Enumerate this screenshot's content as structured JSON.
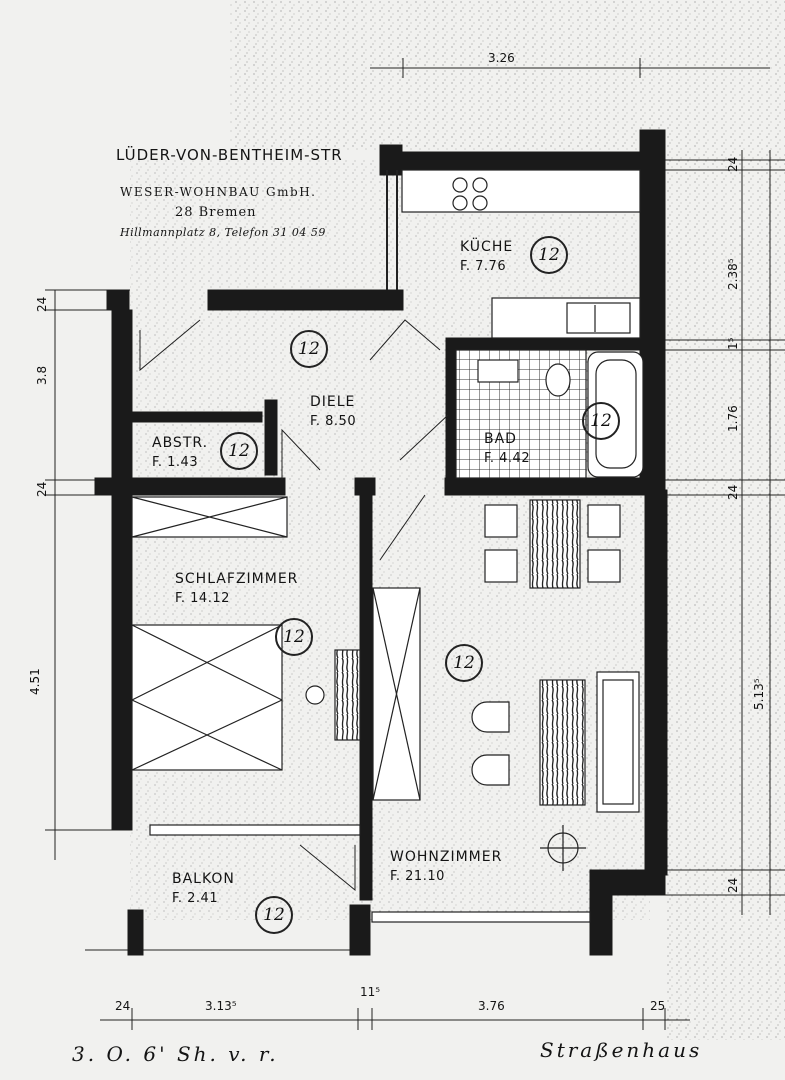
{
  "header": {
    "street": "LÜDER-VON-BENTHEIM-STR",
    "company": "WESER-WOHNBAU GmbH.",
    "city": "28 Bremen",
    "address": "Hillmannplatz 8, Telefon 31 04 59"
  },
  "rooms": [
    {
      "name": "KÜCHE",
      "area": "F. 7.76",
      "mark": "12"
    },
    {
      "name": "DIELE",
      "area": "F. 8.50",
      "mark": "12"
    },
    {
      "name": "BAD",
      "area": "F. 4.42",
      "mark": "12"
    },
    {
      "name": "ABSTR.",
      "area": "F. 1.43",
      "mark": "12"
    },
    {
      "name": "SCHLAFZIMMER",
      "area": "F. 14.12",
      "mark": "12"
    },
    {
      "name": "WOHNZIMMER",
      "area": "F. 21.10",
      "mark": "12"
    },
    {
      "name": "BALKON",
      "area": "F. 2.41",
      "mark": "12"
    }
  ],
  "dimensions": {
    "top": "3.26",
    "bottom": [
      "24",
      "3.13⁵",
      "11⁵",
      "3.76",
      "25"
    ],
    "right": [
      "24",
      "2.38⁵",
      "1⁵",
      "1.76",
      "24",
      "5.13⁵",
      "24"
    ],
    "left": [
      "24",
      "3.8",
      "24",
      "4.51"
    ]
  },
  "handwriting": {
    "left": "3. O. 6' Sh. v. r.",
    "right": "Straßenhaus"
  },
  "colors": {
    "ink": "#111111",
    "paper": "#f1f1ef",
    "wall": "#1a1a1a"
  }
}
